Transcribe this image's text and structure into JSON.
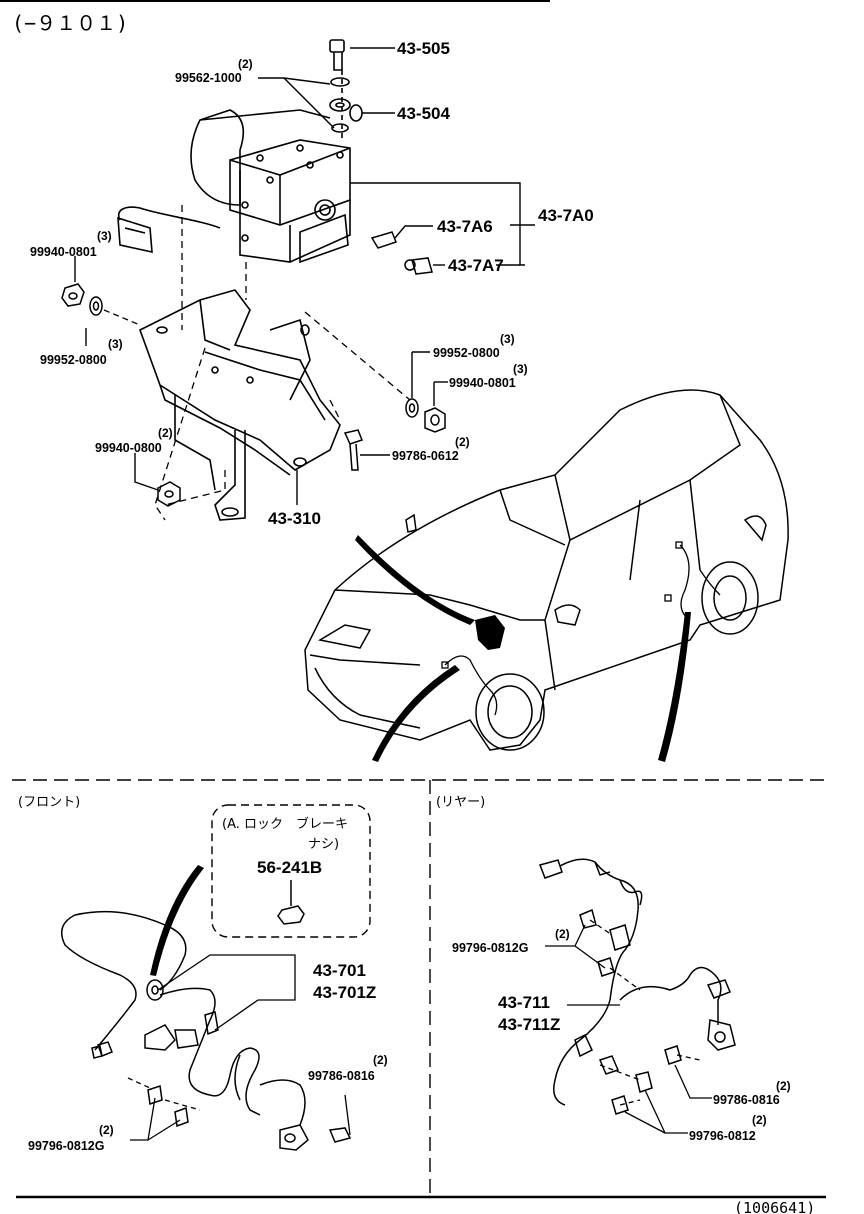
{
  "header": {
    "range": "(−９１０１)"
  },
  "top": {
    "p43_505": "43-505",
    "p43_504": "43-504",
    "p99562": "99562-1000",
    "q99562": "(2)",
    "p43_7A6": "43-7A6",
    "p43_7A7": "43-7A7",
    "p43_7A0": "43-7A0",
    "p99940_a": "99940-0801",
    "q99940_a": "(3)",
    "p99952_a": "99952-0800",
    "q99952_a": "(3)",
    "p99952_b": "99952-0800",
    "q99952_b": "(3)",
    "p99940_b": "99940-0801",
    "q99940_b": "(3)",
    "p99940_c": "99940-0800",
    "q99940_c": "(2)",
    "p99786_a": "99786-0612",
    "q99786_a": "(2)",
    "p43_310": "43-310"
  },
  "front": {
    "title": "(フロント)",
    "note_line1": "(A. ロック　ブレーキ",
    "note_line2": "ナシ)",
    "p56_241B": "56-241B",
    "p43_701": "43-701",
    "p43_701Z": "43-701Z",
    "p99786_b": "99786-0816",
    "q99786_b": "(2)",
    "p99796_a": "99796-0812G",
    "q99796_a": "(2)"
  },
  "rear": {
    "title": "(リヤー)",
    "p99796_b": "99796-0812G",
    "q99796_b": "(2)",
    "p43_711": "43-711",
    "p43_711Z": "43-711Z",
    "p99786_c": "99786-0816",
    "q99786_c": "(2)",
    "p99796_c": "99796-0812",
    "q99796_c": "(2)"
  },
  "footer": {
    "ref": "(1006641)"
  }
}
